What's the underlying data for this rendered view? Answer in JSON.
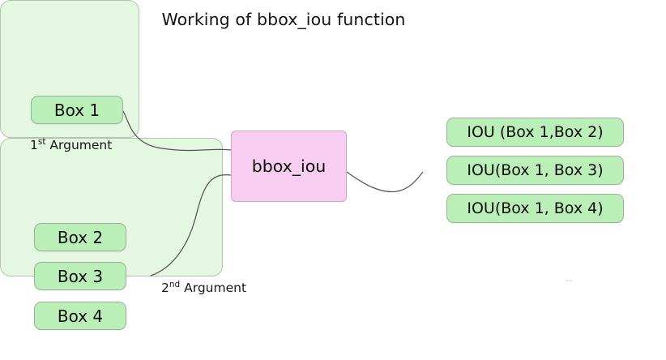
{
  "diagram": {
    "title": "Working of bbox_iou function",
    "type": "flow-diagram",
    "background_color": "#ffffff",
    "colors": {
      "input_box_fill": "#baf0b8",
      "group_container_fill": "#e4f7e0",
      "function_node_fill": "#f8cdf2",
      "box_border": "#9fae9c",
      "container_border": "#b5c2b2",
      "connector_stroke": "#555555",
      "text": "#0d0d0d"
    },
    "inputs": {
      "first_argument": {
        "box_label": "Box 1",
        "caption_prefix": "1",
        "caption_superscript": "st",
        "caption_suffix": " Argument"
      },
      "second_argument": {
        "boxes": [
          {
            "label": "Box 2"
          },
          {
            "label": "Box 3"
          },
          {
            "label": "Box 4"
          }
        ],
        "caption_prefix": "2",
        "caption_superscript": "nd",
        "caption_suffix": " Argument"
      }
    },
    "function_node": {
      "label": "bbox_iou"
    },
    "outputs": {
      "items": [
        {
          "label": "IOU (Box 1,Box 2)"
        },
        {
          "label": "IOU(Box 1, Box 3)"
        },
        {
          "label": "IOU(Box 1, Box 4)"
        }
      ]
    },
    "annotations": {
      "stray_mark": "--"
    }
  }
}
